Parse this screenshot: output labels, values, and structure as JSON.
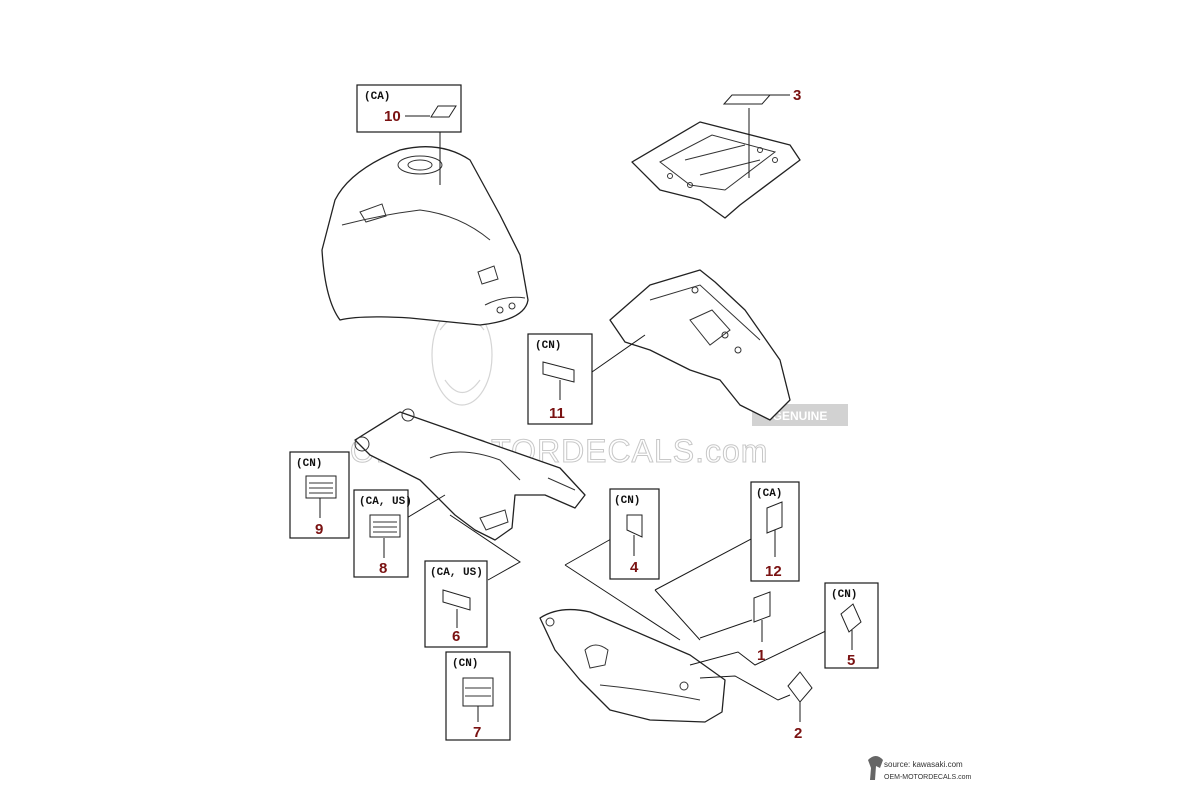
{
  "watermark": {
    "text": "OEM-MOTORDECALS.com",
    "badge": "GENUINE"
  },
  "credit": {
    "source": "source: kawasaki.com",
    "site": "OEM-MOTORDECALS.com"
  },
  "callouts": [
    {
      "id": "10",
      "region": "(CA)"
    },
    {
      "id": "3",
      "region": ""
    },
    {
      "id": "11",
      "region": "(CN)"
    },
    {
      "id": "9",
      "region": "(CN)"
    },
    {
      "id": "8",
      "region": "(CA, US)"
    },
    {
      "id": "6",
      "region": "(CA, US)"
    },
    {
      "id": "7",
      "region": "(CN)"
    },
    {
      "id": "4",
      "region": "(CN)"
    },
    {
      "id": "12",
      "region": "(CA)"
    },
    {
      "id": "5",
      "region": "(CN)"
    },
    {
      "id": "1",
      "region": ""
    },
    {
      "id": "2",
      "region": ""
    }
  ]
}
